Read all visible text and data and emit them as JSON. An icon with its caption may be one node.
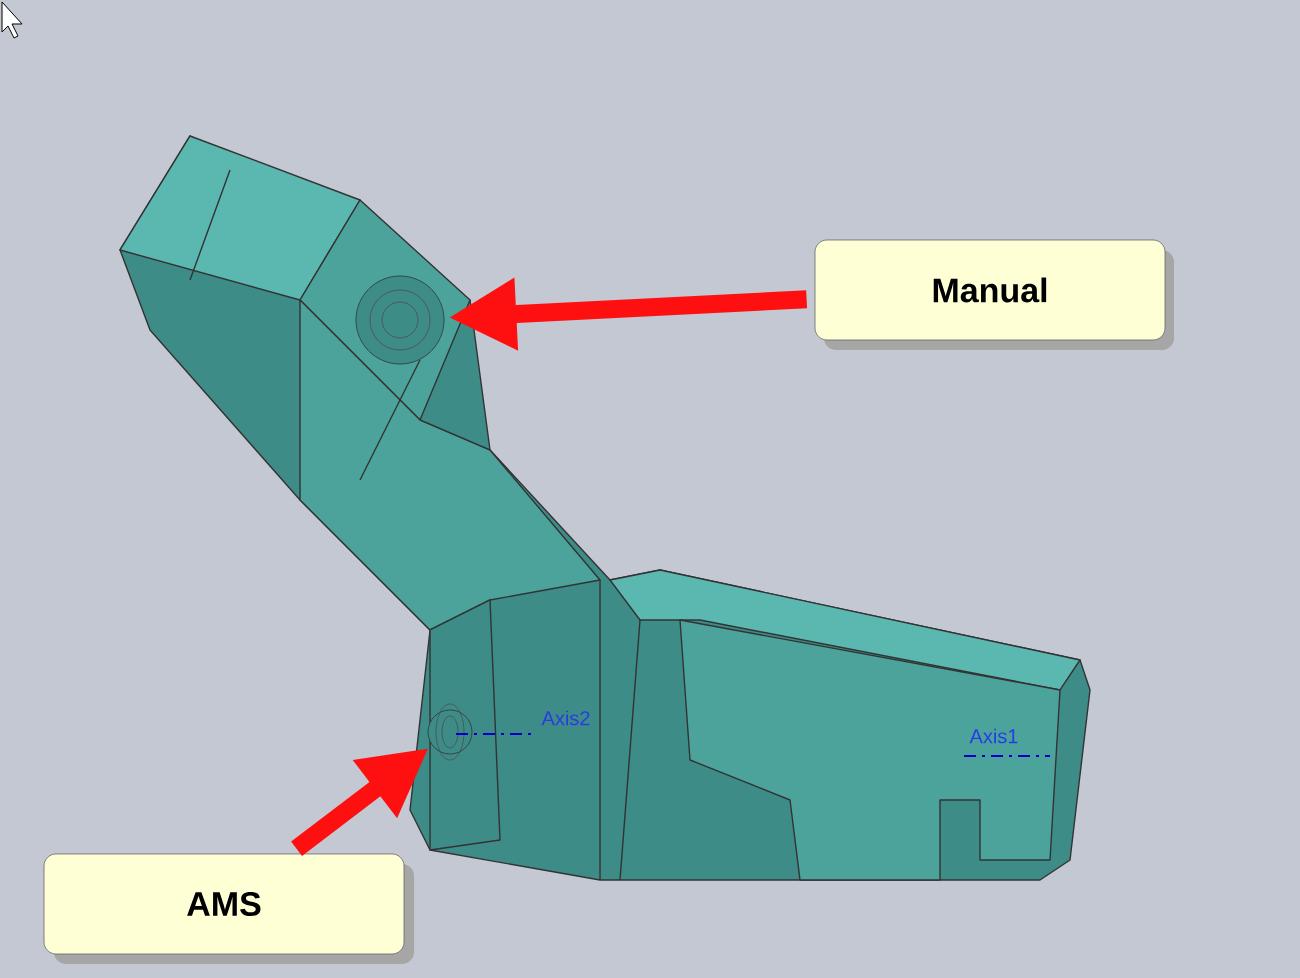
{
  "diagram": {
    "nodes": [
      {
        "text": [
          "Manual"
        ]
      },
      {
        "text": [
          "AMS"
        ]
      },
      {
        "text": [],
        "shape": "circle"
      },
      {
        "text": [],
        "shape": "circle"
      }
    ],
    "edges": [
      {
        "from": 0,
        "to": 2,
        "arrow": "to"
      },
      {
        "from": 1,
        "to": 3,
        "arrow": "to"
      }
    ],
    "labels": [
      "Axis2",
      "Axis1"
    ]
  }
}
